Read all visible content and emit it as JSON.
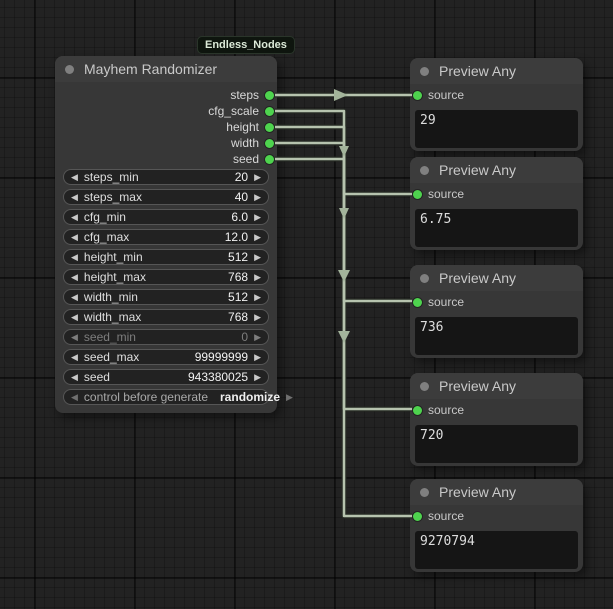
{
  "badge": {
    "label": "Endless_Nodes"
  },
  "icons": {
    "decrement": "◀",
    "increment": "▶"
  },
  "colors": {
    "slot_green": "#4ed34e",
    "link": "#b6c3ae",
    "node_bg": "#373737"
  },
  "randomizer": {
    "title": "Mayhem Randomizer",
    "outputs": [
      "steps",
      "cfg_scale",
      "height",
      "width",
      "seed"
    ],
    "widgets": [
      {
        "label": "steps_min",
        "value": "20"
      },
      {
        "label": "steps_max",
        "value": "40"
      },
      {
        "label": "cfg_min",
        "value": "6.0"
      },
      {
        "label": "cfg_max",
        "value": "12.0"
      },
      {
        "label": "height_min",
        "value": "512"
      },
      {
        "label": "height_max",
        "value": "768"
      },
      {
        "label": "width_min",
        "value": "512"
      },
      {
        "label": "width_max",
        "value": "768"
      },
      {
        "label": "seed_min",
        "value": "0"
      },
      {
        "label": "seed_max",
        "value": "99999999"
      },
      {
        "label": "seed",
        "value": "943380025"
      },
      {
        "label": "control before generate",
        "value": "randomize"
      }
    ]
  },
  "previews": [
    {
      "title": "Preview Any",
      "input": "source",
      "value": "29"
    },
    {
      "title": "Preview Any",
      "input": "source",
      "value": "6.75"
    },
    {
      "title": "Preview Any",
      "input": "source",
      "value": "736"
    },
    {
      "title": "Preview Any",
      "input": "source",
      "value": "720"
    },
    {
      "title": "Preview Any",
      "input": "source",
      "value": "9270794"
    }
  ],
  "links": [
    {
      "from": "steps",
      "to": "previews.0.source"
    },
    {
      "from": "cfg_scale",
      "to": "previews.1.source"
    },
    {
      "from": "height",
      "to": "previews.2.source"
    },
    {
      "from": "width",
      "to": "previews.3.source"
    },
    {
      "from": "seed",
      "to": "previews.4.source"
    }
  ]
}
